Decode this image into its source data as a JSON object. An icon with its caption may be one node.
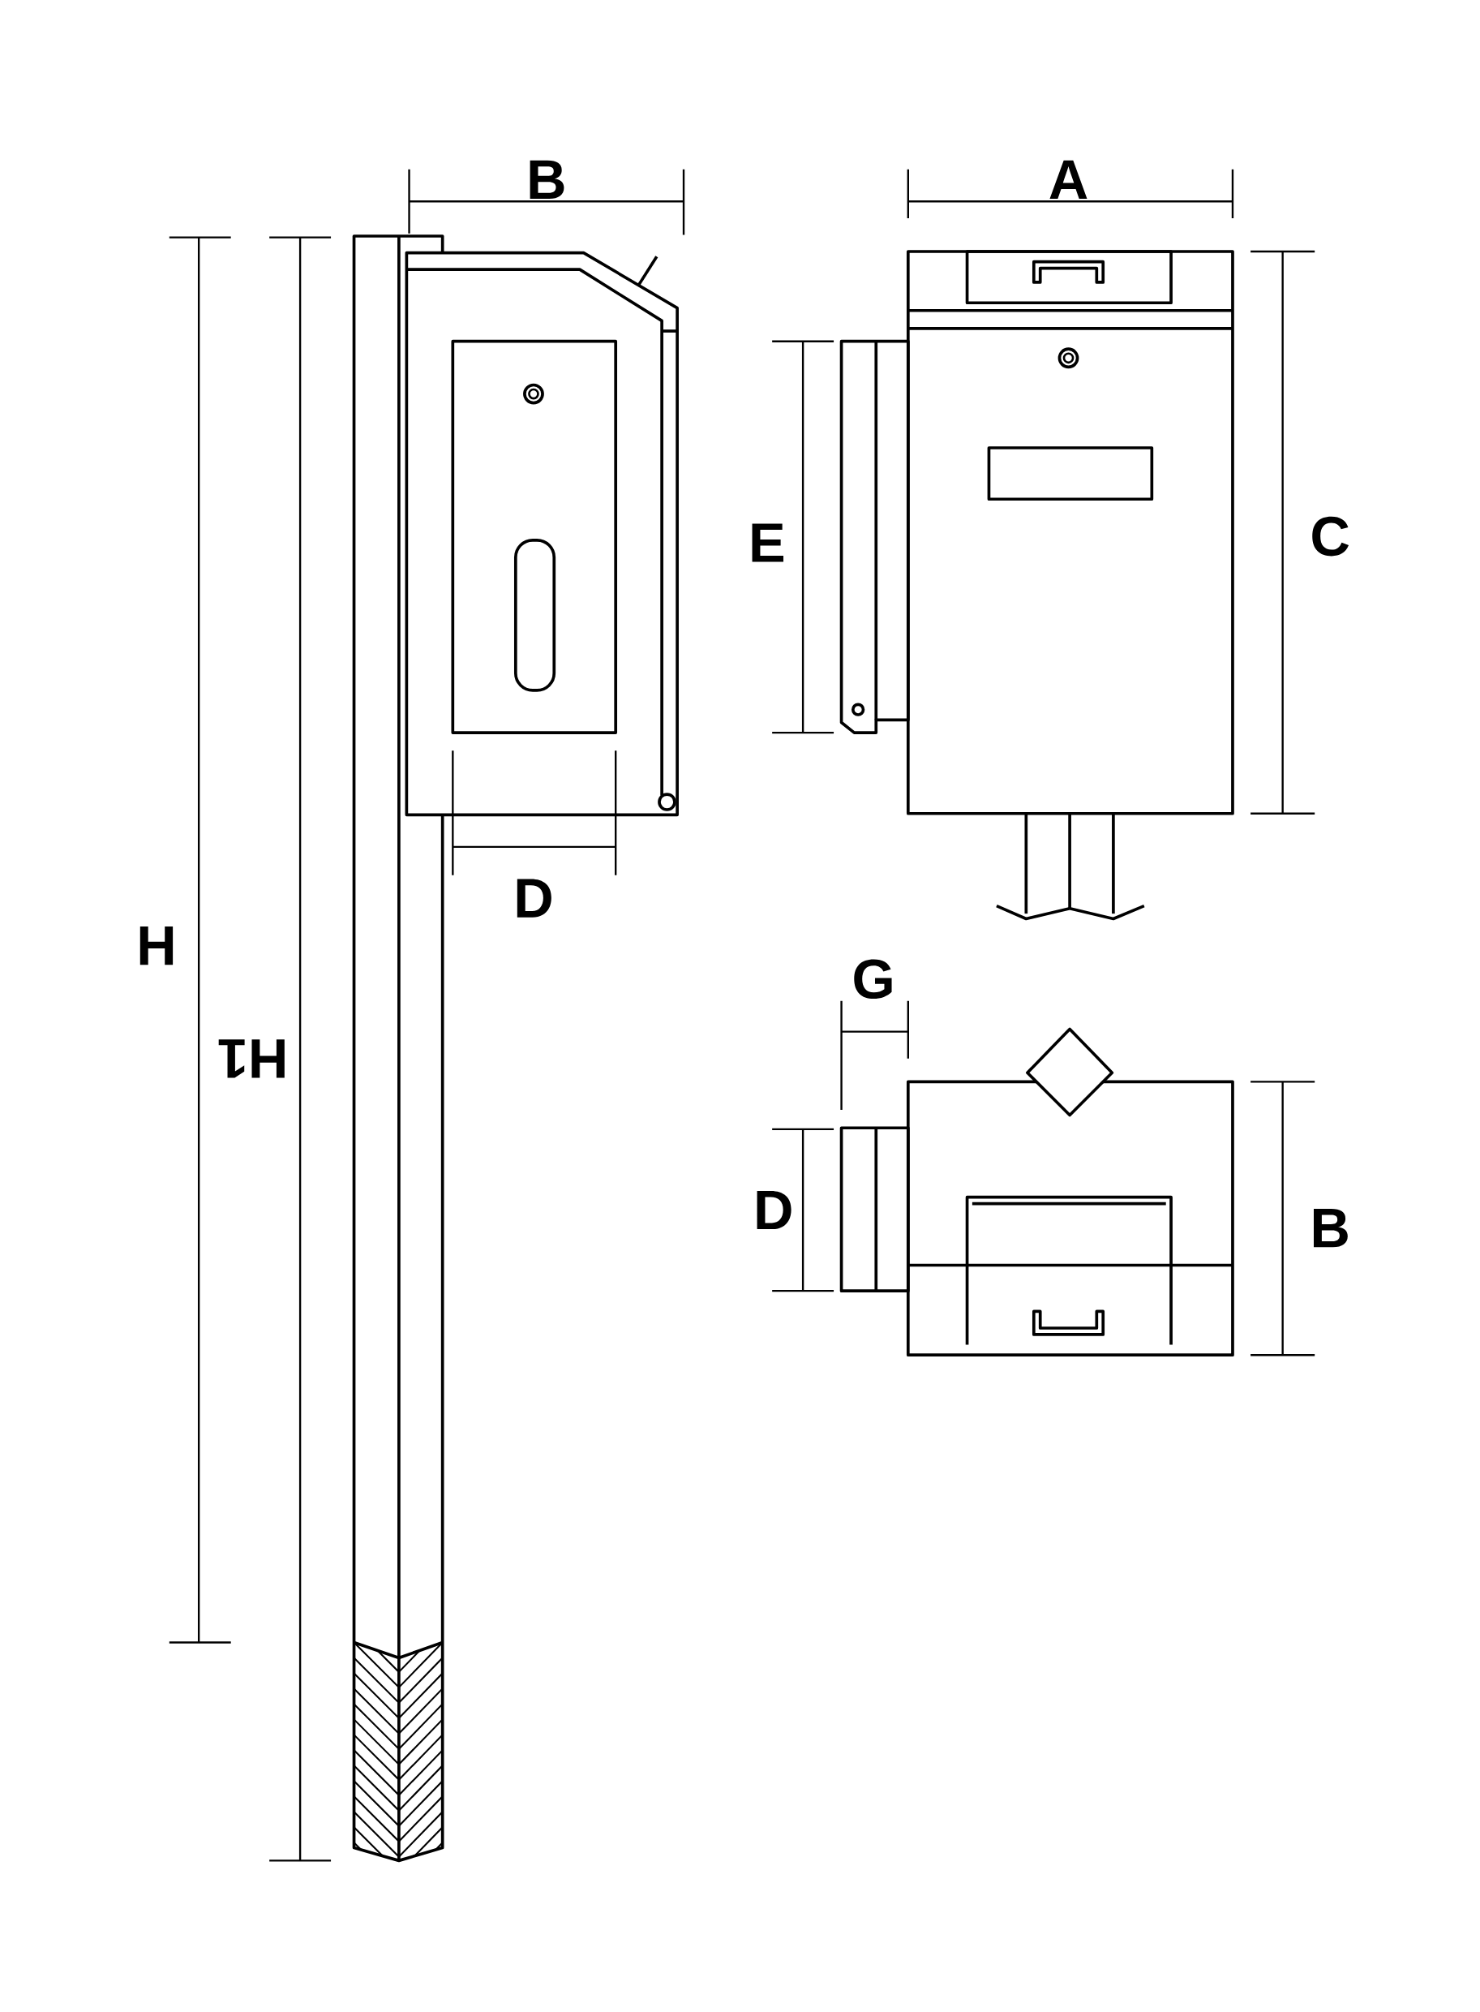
{
  "diagram": {
    "labels": [
      "B",
      "A",
      "C",
      "E",
      "D",
      "H",
      "G",
      "H1",
      "D",
      "B"
    ]
  }
}
